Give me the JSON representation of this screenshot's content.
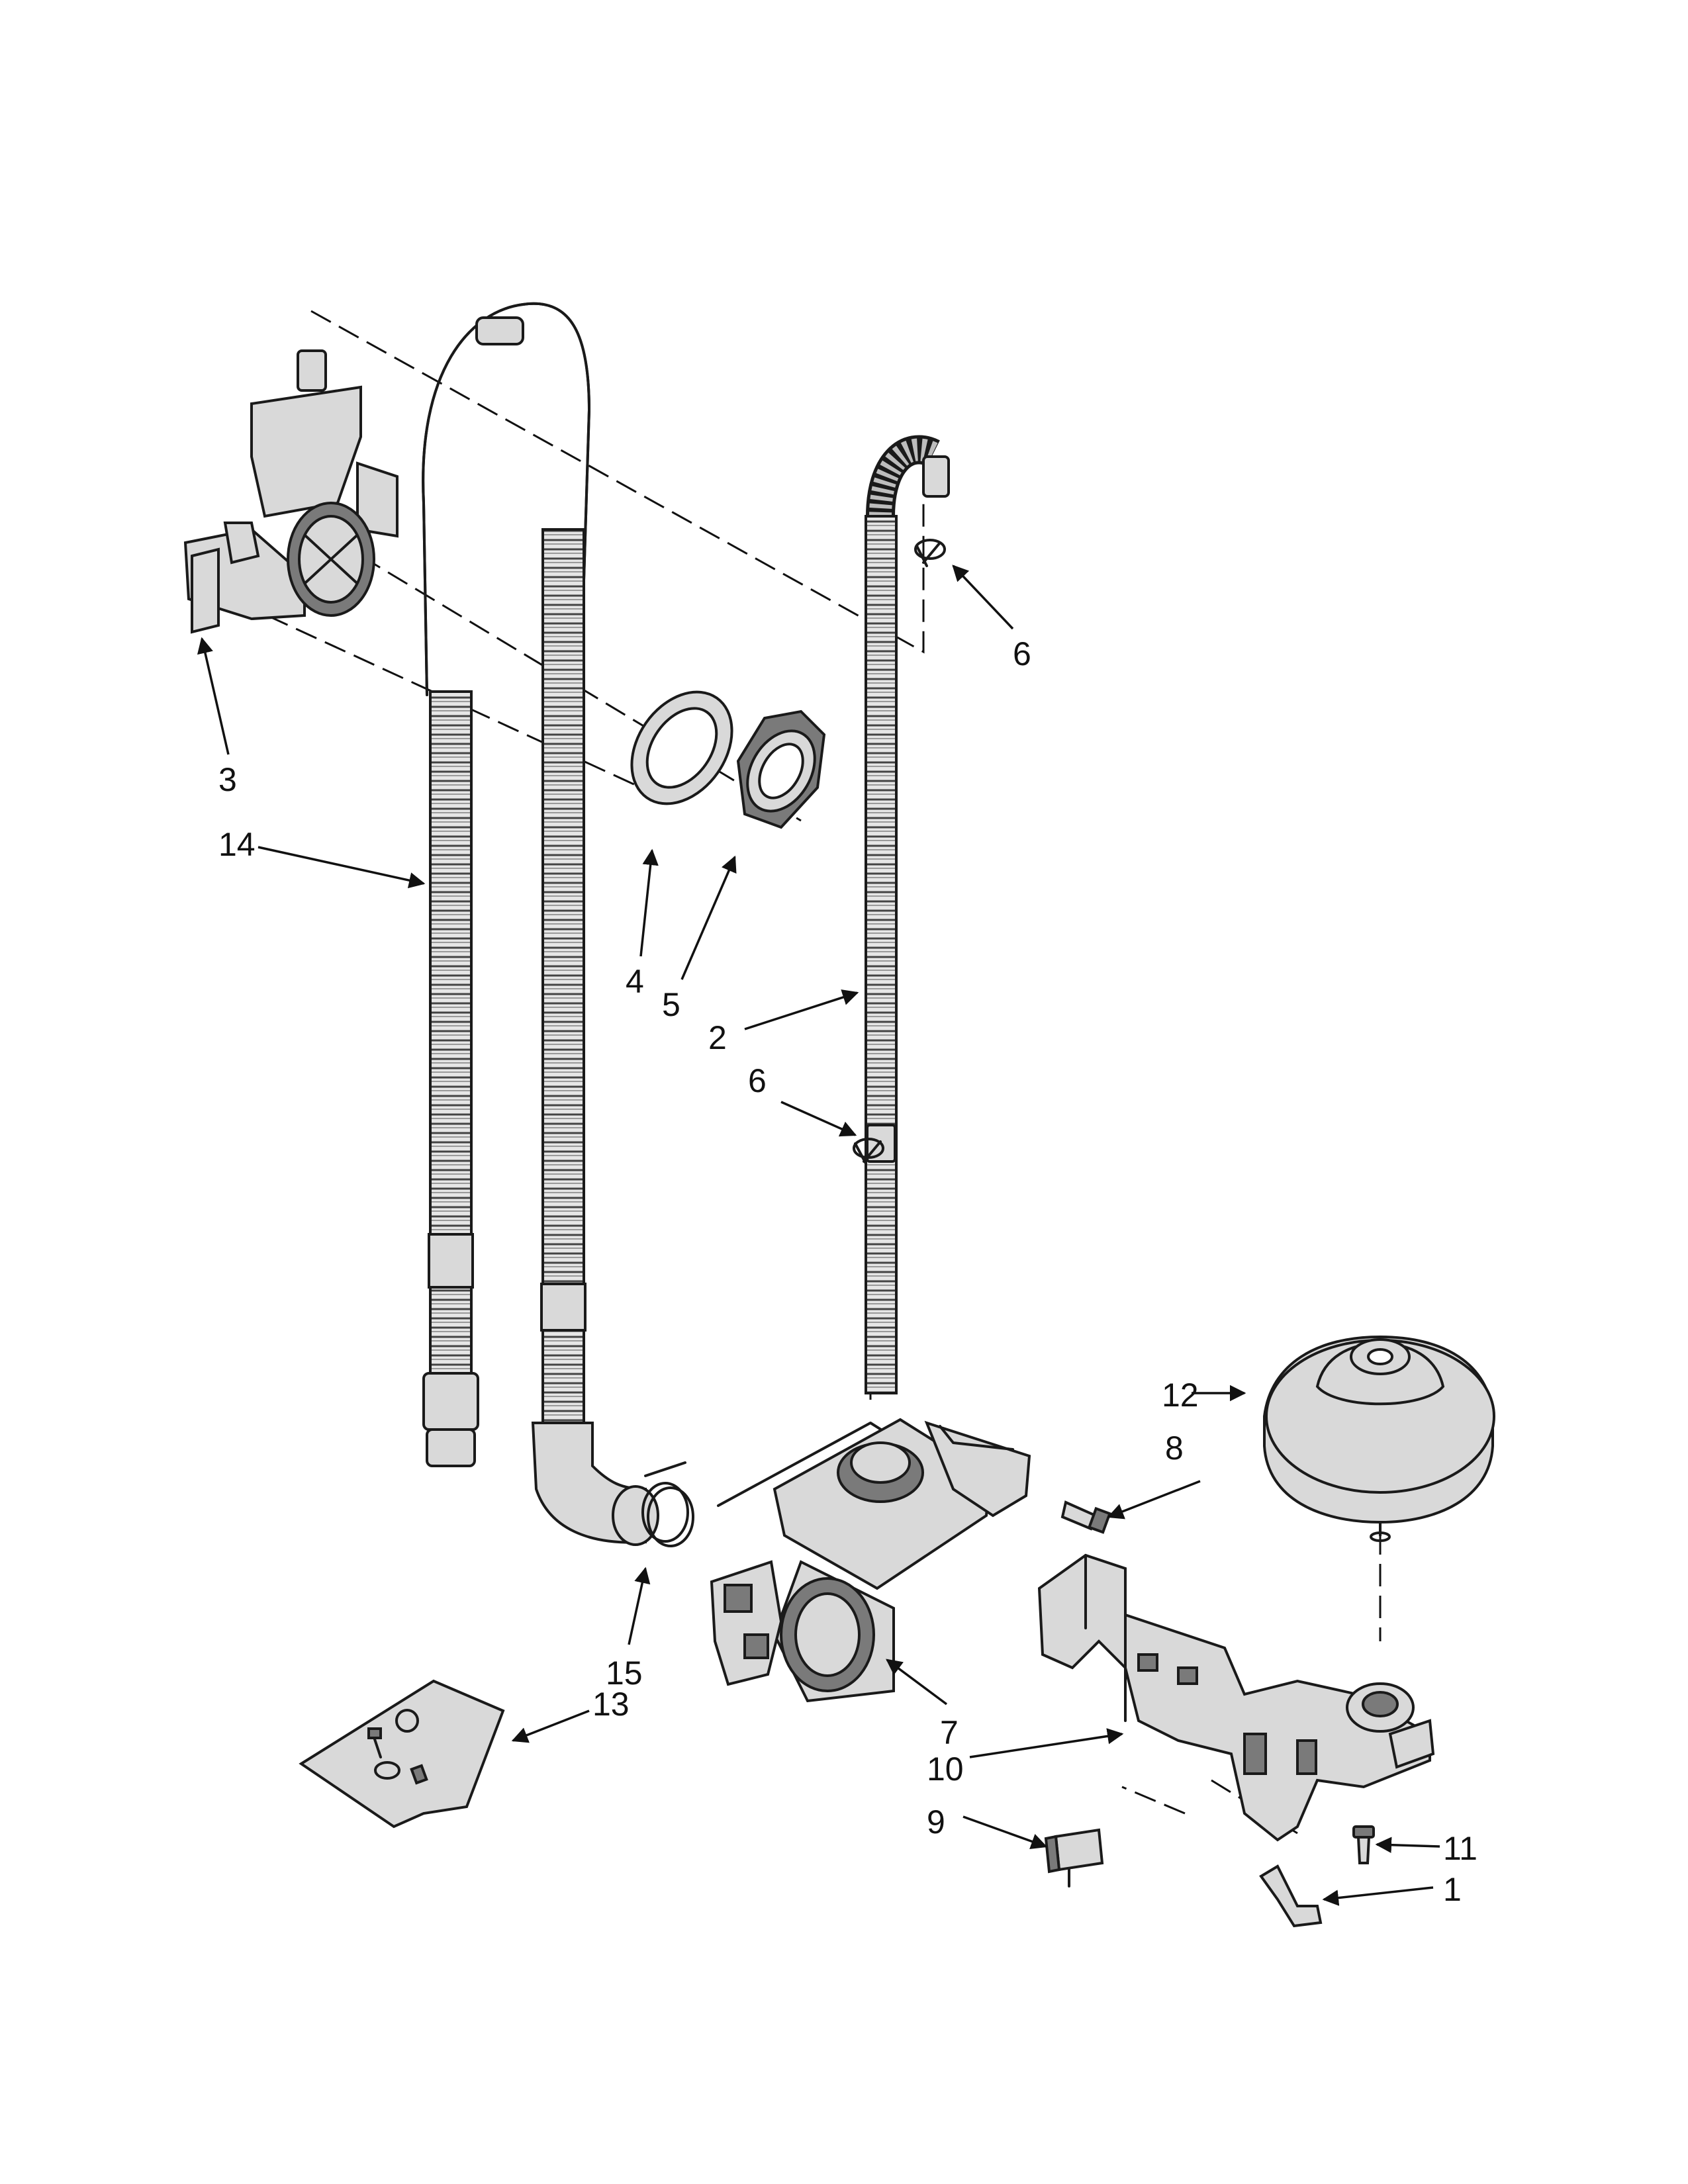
{
  "callouts": {
    "c1": "1",
    "c2": "2",
    "c3": "3",
    "c4": "4",
    "c5": "5",
    "c6_top": "6",
    "c6_mid": "6",
    "c7": "7",
    "c8": "8",
    "c9": "9",
    "c10": "10",
    "c11": "11",
    "c12": "12",
    "c13": "13",
    "c14": "14",
    "c15": "15"
  }
}
